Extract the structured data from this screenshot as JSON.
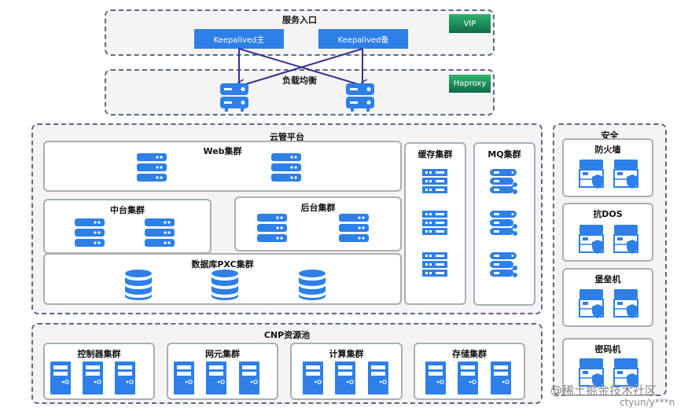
{
  "entry": {
    "title": "服务入口",
    "badge": "VIP",
    "primary": "Keepalived主",
    "backup": "Keepalived备"
  },
  "lb": {
    "title": "负载均衡",
    "badge": "Haproxy"
  },
  "cloud": {
    "title": "云管平台",
    "web": "Web集群",
    "mid": "中台集群",
    "back": "后台集群",
    "pxc": "数据库PXC集群",
    "cache": "缓存集群",
    "mq": "MQ集群"
  },
  "security": {
    "title": "安全",
    "items": [
      "防火墙",
      "抗DOS",
      "堡垒机",
      "密码机"
    ]
  },
  "cnp": {
    "title": "CNP资源池",
    "items": [
      "控制器集群",
      "网元集群",
      "计算集群",
      "存储集群"
    ]
  },
  "watermark": {
    "line1": "@稀土掘金技术社区",
    "line2": "ctyun/y***n"
  },
  "colors": {
    "icon": "#2e7fe8",
    "badge": "#1a8a5a",
    "arrow": "#3a2f8f"
  }
}
